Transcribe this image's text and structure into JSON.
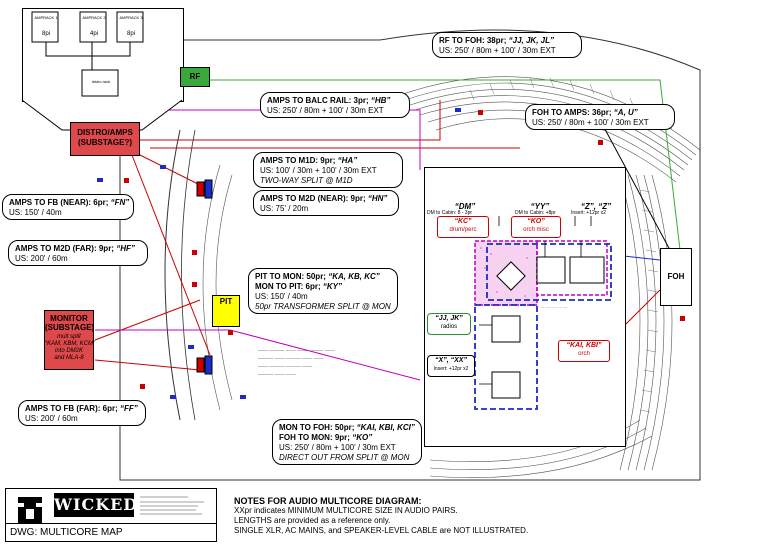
{
  "callouts": {
    "rf_foh": {
      "title": "RF TO FOH: 38pr; ",
      "code": "“JJ, JK, JL”",
      "us": "US: 250' / 80m + 100' / 30m EXT"
    },
    "amps_balc": {
      "title": "AMPS TO BALC RAIL: 3pr; ",
      "code": "“HB”",
      "us": "US: 250' / 80m + 100' / 30m EXT"
    },
    "foh_amps": {
      "title": "FOH TO AMPS: 36pr; ",
      "code": "“A, U”",
      "us": "US: 250' / 80m + 100' / 30m EXT"
    },
    "amps_m1d": {
      "title": "AMPS TO M1D: 9pr; ",
      "code": "“HA”",
      "us": "US: 100' / 30m + 100' / 30m EXT",
      "note": "TWO-WAY SPLIT @ M1D"
    },
    "amps_m2d_near": {
      "title": "AMPS TO M2D (NEAR): 9pr; ",
      "code": "“HN”",
      "us": "US: 75' / 20m"
    },
    "amps_fb_near": {
      "title": "AMPS TO FB (NEAR): 6pr; ",
      "code": "“FN”",
      "us": "US: 150' / 40m"
    },
    "amps_m2d_far": {
      "title": "AMPS TO M2D (FAR): 9pr; ",
      "code": "“HF”",
      "us": "US: 200' / 60m"
    },
    "pit_mon": {
      "title": "PIT TO MON: 50pr; ",
      "code": "“KA, KB, KC”",
      "title2": "MON TO PIT: 6pr; ",
      "code2": "“KY”",
      "us": "US: 150' / 40m",
      "note": "50pr TRANSFORMER SPLIT @ MON"
    },
    "amps_fb_far": {
      "title": "AMPS TO FB (FAR): 6pr; ",
      "code": "“FF”",
      "us": "US: 200' / 60m"
    },
    "mon_foh": {
      "title": "MON TO FOH: 50pr; ",
      "code": "“KAI, KBI, KCI”",
      "title2": "FOH TO MON: 9pr; ",
      "code2": "“KO”",
      "us": "US: 250' / 80m + 100' / 30m EXT",
      "note": "DIRECT OUT FROM SPLIT @ MON"
    }
  },
  "boxes": {
    "rf": "RF",
    "distro_line1": "DISTRO/AMPS",
    "distro_line2": "(SUBSTAGE?)",
    "monitor_line1": "MONITOR",
    "monitor_line2": "(SUBSTAGE)",
    "monitor_note": [
      "mult split",
      "“KAM, KBM, KCM”",
      "into DM2K",
      "and MLA-8"
    ],
    "pit": "PIT",
    "foh": "FOH"
  },
  "pit_area": {
    "dm": "“DM”",
    "dm_sub": "DM to Cabin: 8 - 3pr",
    "yy": "“YY”",
    "yy_sub": "DM to Cabin: +8pr",
    "zz": "“Z”, “Z”",
    "zz_sub": "Insert: +12pr x2",
    "kc": "“KC”",
    "kc_sub": "drum/perc",
    "ko": "“KO”",
    "ko_sub": "orch misc",
    "jj": "“JJ, JK”",
    "jj_sub": "radios",
    "xx": "“X”, “XX”",
    "xx_sub": "Insert: +12pr x2",
    "kai": "“KAI, KBI”",
    "kai_sub": "orch"
  },
  "inset": {
    "labels": [
      "AMPRACK 1",
      "AMPRACK 2",
      "AMPRACK 3"
    ],
    "counts": [
      "8pi",
      "4pi",
      "8pi"
    ],
    "center": "distro rack"
  },
  "notes": {
    "title": "NOTES FOR AUDIO MULTICORE DIAGRAM:",
    "lines": [
      "XXpr indicates MINIMUM MULTICORE SIZE IN AUDIO PAIRS.",
      "LENGTHS are provided as a reference only.",
      "SINGLE XLR, AC MAINS, and SPEAKER-LEVEL CABLE are NOT ILLUSTRATED."
    ]
  },
  "title_block": {
    "show": "WICKED",
    "dwg": "DWG:  MULTICORE MAP"
  },
  "colors": {
    "red_box": "#e0494b",
    "rf_green": "#3aa83a",
    "pit_yellow": "#ffff00",
    "magenta": "#c000c0",
    "blue": "#1a2ccc",
    "green_dash": "#2f8f2f"
  }
}
